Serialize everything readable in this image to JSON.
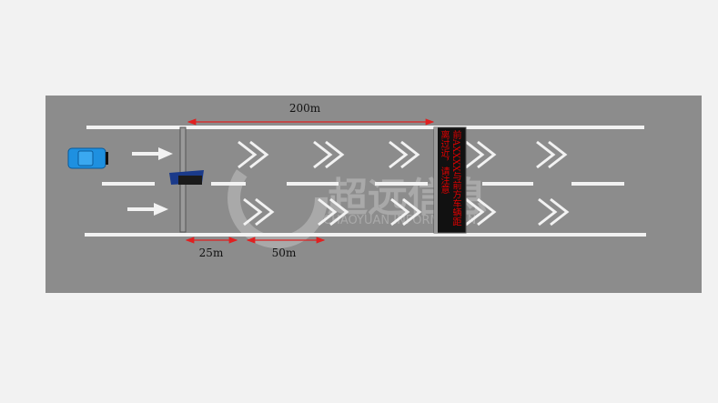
{
  "dimensions": {
    "gantry_to_sign": "200m",
    "first_segment": "25m",
    "second_segment": "50m"
  },
  "sign": {
    "line1": "前AXXXX与前方车辆距",
    "line2": "离过近，请注意",
    "text_color": "#e00000"
  },
  "watermark": {
    "cn": "超远信息",
    "en": "CHAOYUAN INFORMATION"
  },
  "colors": {
    "road": "#8c8c8c",
    "marking": "#f2f2f2",
    "dimension": "#e02020",
    "car": "#1e90e0"
  }
}
